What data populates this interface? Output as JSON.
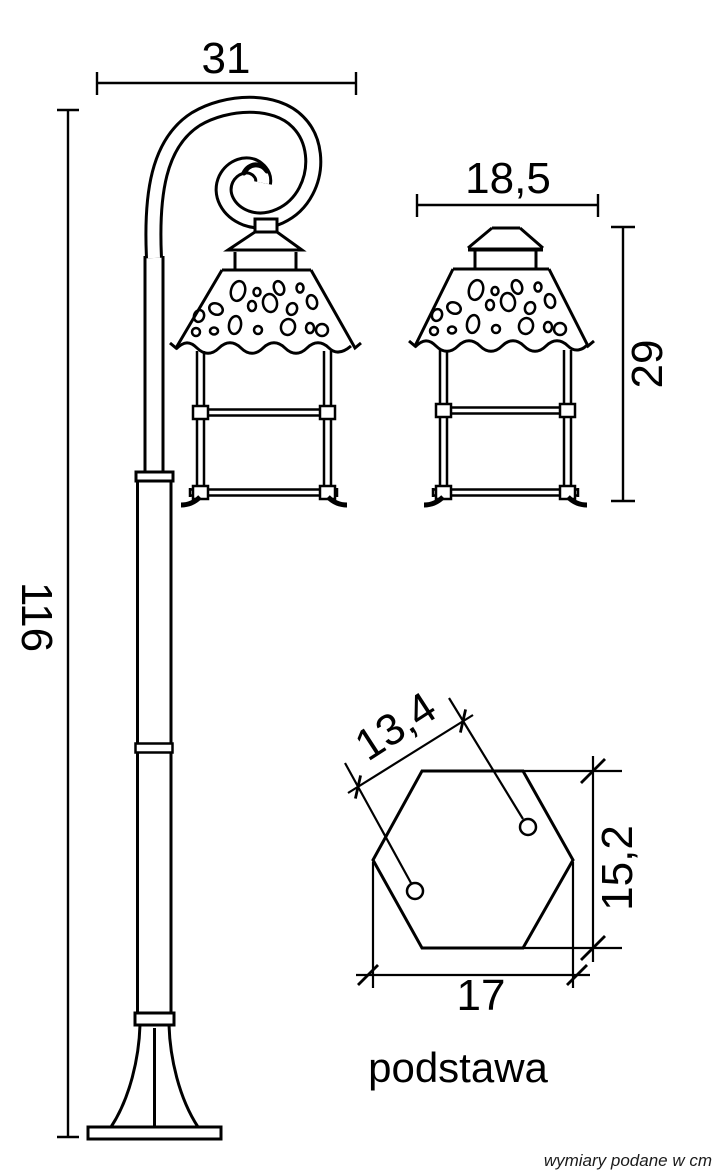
{
  "drawing": {
    "dimensions": {
      "pole_width": "31",
      "pole_height": "116",
      "lantern_width": "18,5",
      "lantern_height": "29",
      "base_hole_spacing": "13,4",
      "base_depth": "15,2",
      "base_width": "17"
    },
    "labels": {
      "base_caption": "podstawa"
    },
    "footer_note": "wymiary podane w cm",
    "colors": {
      "line": "#000000",
      "background": "#ffffff"
    }
  }
}
